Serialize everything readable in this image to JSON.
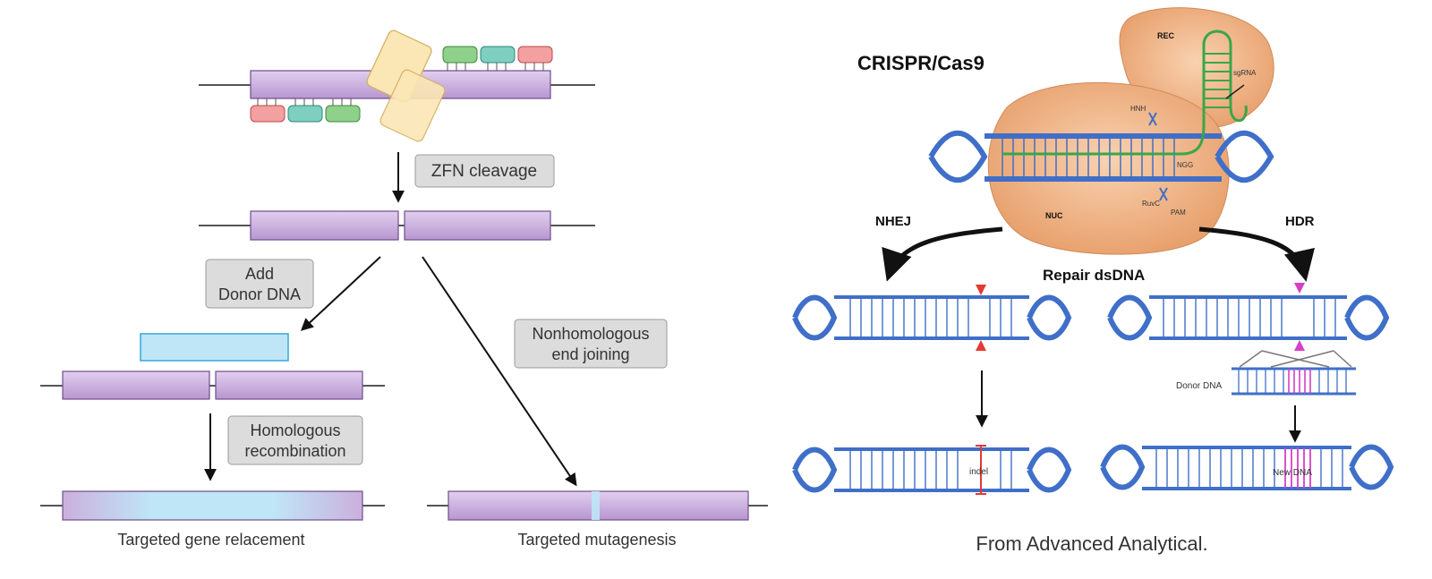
{
  "zfn": {
    "step_cleavage": "ZFN cleavage",
    "step_donor_line1": "Add",
    "step_donor_line2": "Donor DNA",
    "step_nhej_line1": "Nonhomologous",
    "step_nhej_line2": "end joining",
    "step_hr_line1": "Homologous",
    "step_hr_line2": "recombination",
    "result_replacement": "Targeted gene relacement",
    "result_mutagenesis": "Targeted mutagenesis"
  },
  "crispr": {
    "title": "CRISPR/Cas9",
    "lobe_rec": "REC",
    "lobe_nuc": "NUC",
    "label_sgrna": "sgRNA",
    "label_hnh": "HNH",
    "label_ruvc": "RuvC",
    "label_pam": "PAM",
    "label_ngg": "NGG",
    "path_nhej": "NHEJ",
    "path_hdr": "HDR",
    "repair": "Repair dsDNA",
    "donor_dna": "Donor DNA",
    "indel": "indel",
    "new_dna": "New DNA",
    "credit": "From Advanced Analytical."
  },
  "colors": {
    "purple": "#cbb0dd",
    "purple_edge": "#6e4e8a",
    "donor_cyan": "#bfe6f7",
    "label_box": "#dcdcdc",
    "dna_blue": "#3f6fc8",
    "cas9_orange": "#f0b486",
    "sgrna_green": "#3aa64a",
    "nhej_red": "#e53935",
    "hdr_magenta": "#d63fc8"
  }
}
